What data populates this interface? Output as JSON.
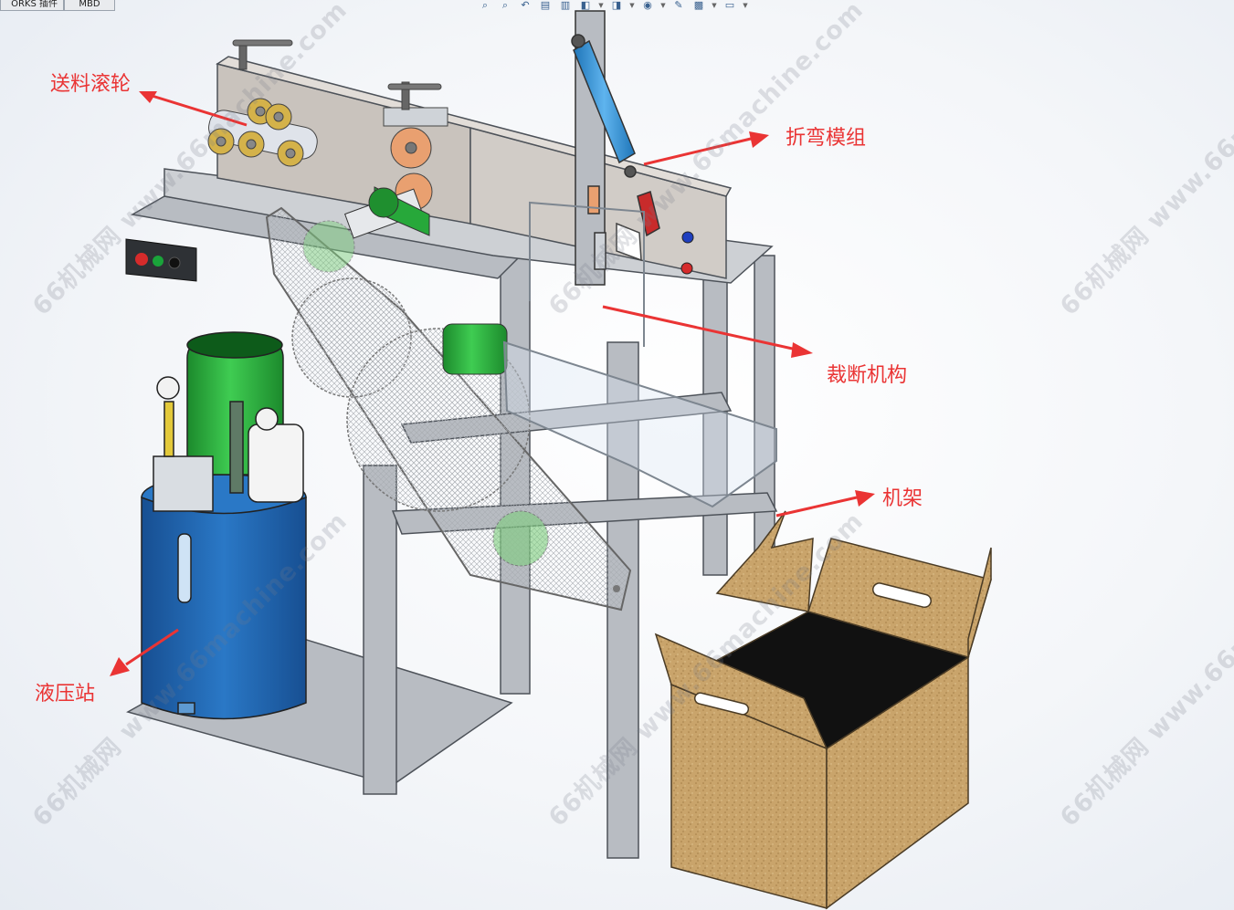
{
  "tabs": [
    {
      "label": "ORKS 插件"
    },
    {
      "label": "MBD"
    }
  ],
  "view_toolbar": {
    "icons": [
      "zoom-fit-icon",
      "zoom-area-icon",
      "previous-view-icon",
      "section-view-icon",
      "dynamic-annotation-icon",
      "view-orientation-icon",
      "display-style-icon",
      "hide-show-items-icon",
      "edit-appearance-icon",
      "apply-scene-icon",
      "view-settings-icon"
    ]
  },
  "labels": {
    "feed_rollers": "送料滚轮",
    "bending_module": "折弯模组",
    "cutting_mechanism": "裁断机构",
    "frame": "机架",
    "hydraulic_station": "液压站"
  },
  "watermark": "66机械网 www.66machine.com",
  "colors": {
    "label_red": "#ea3434",
    "frame_gray": "#a9adb2",
    "motor_green": "#27a83a",
    "tank_blue": "#1f64b0",
    "cylinder_blue": "#2c8fd6",
    "carton_brown": "#c9a46b",
    "button_red": "#d62b2b",
    "button_blue": "#1f3fbf"
  }
}
